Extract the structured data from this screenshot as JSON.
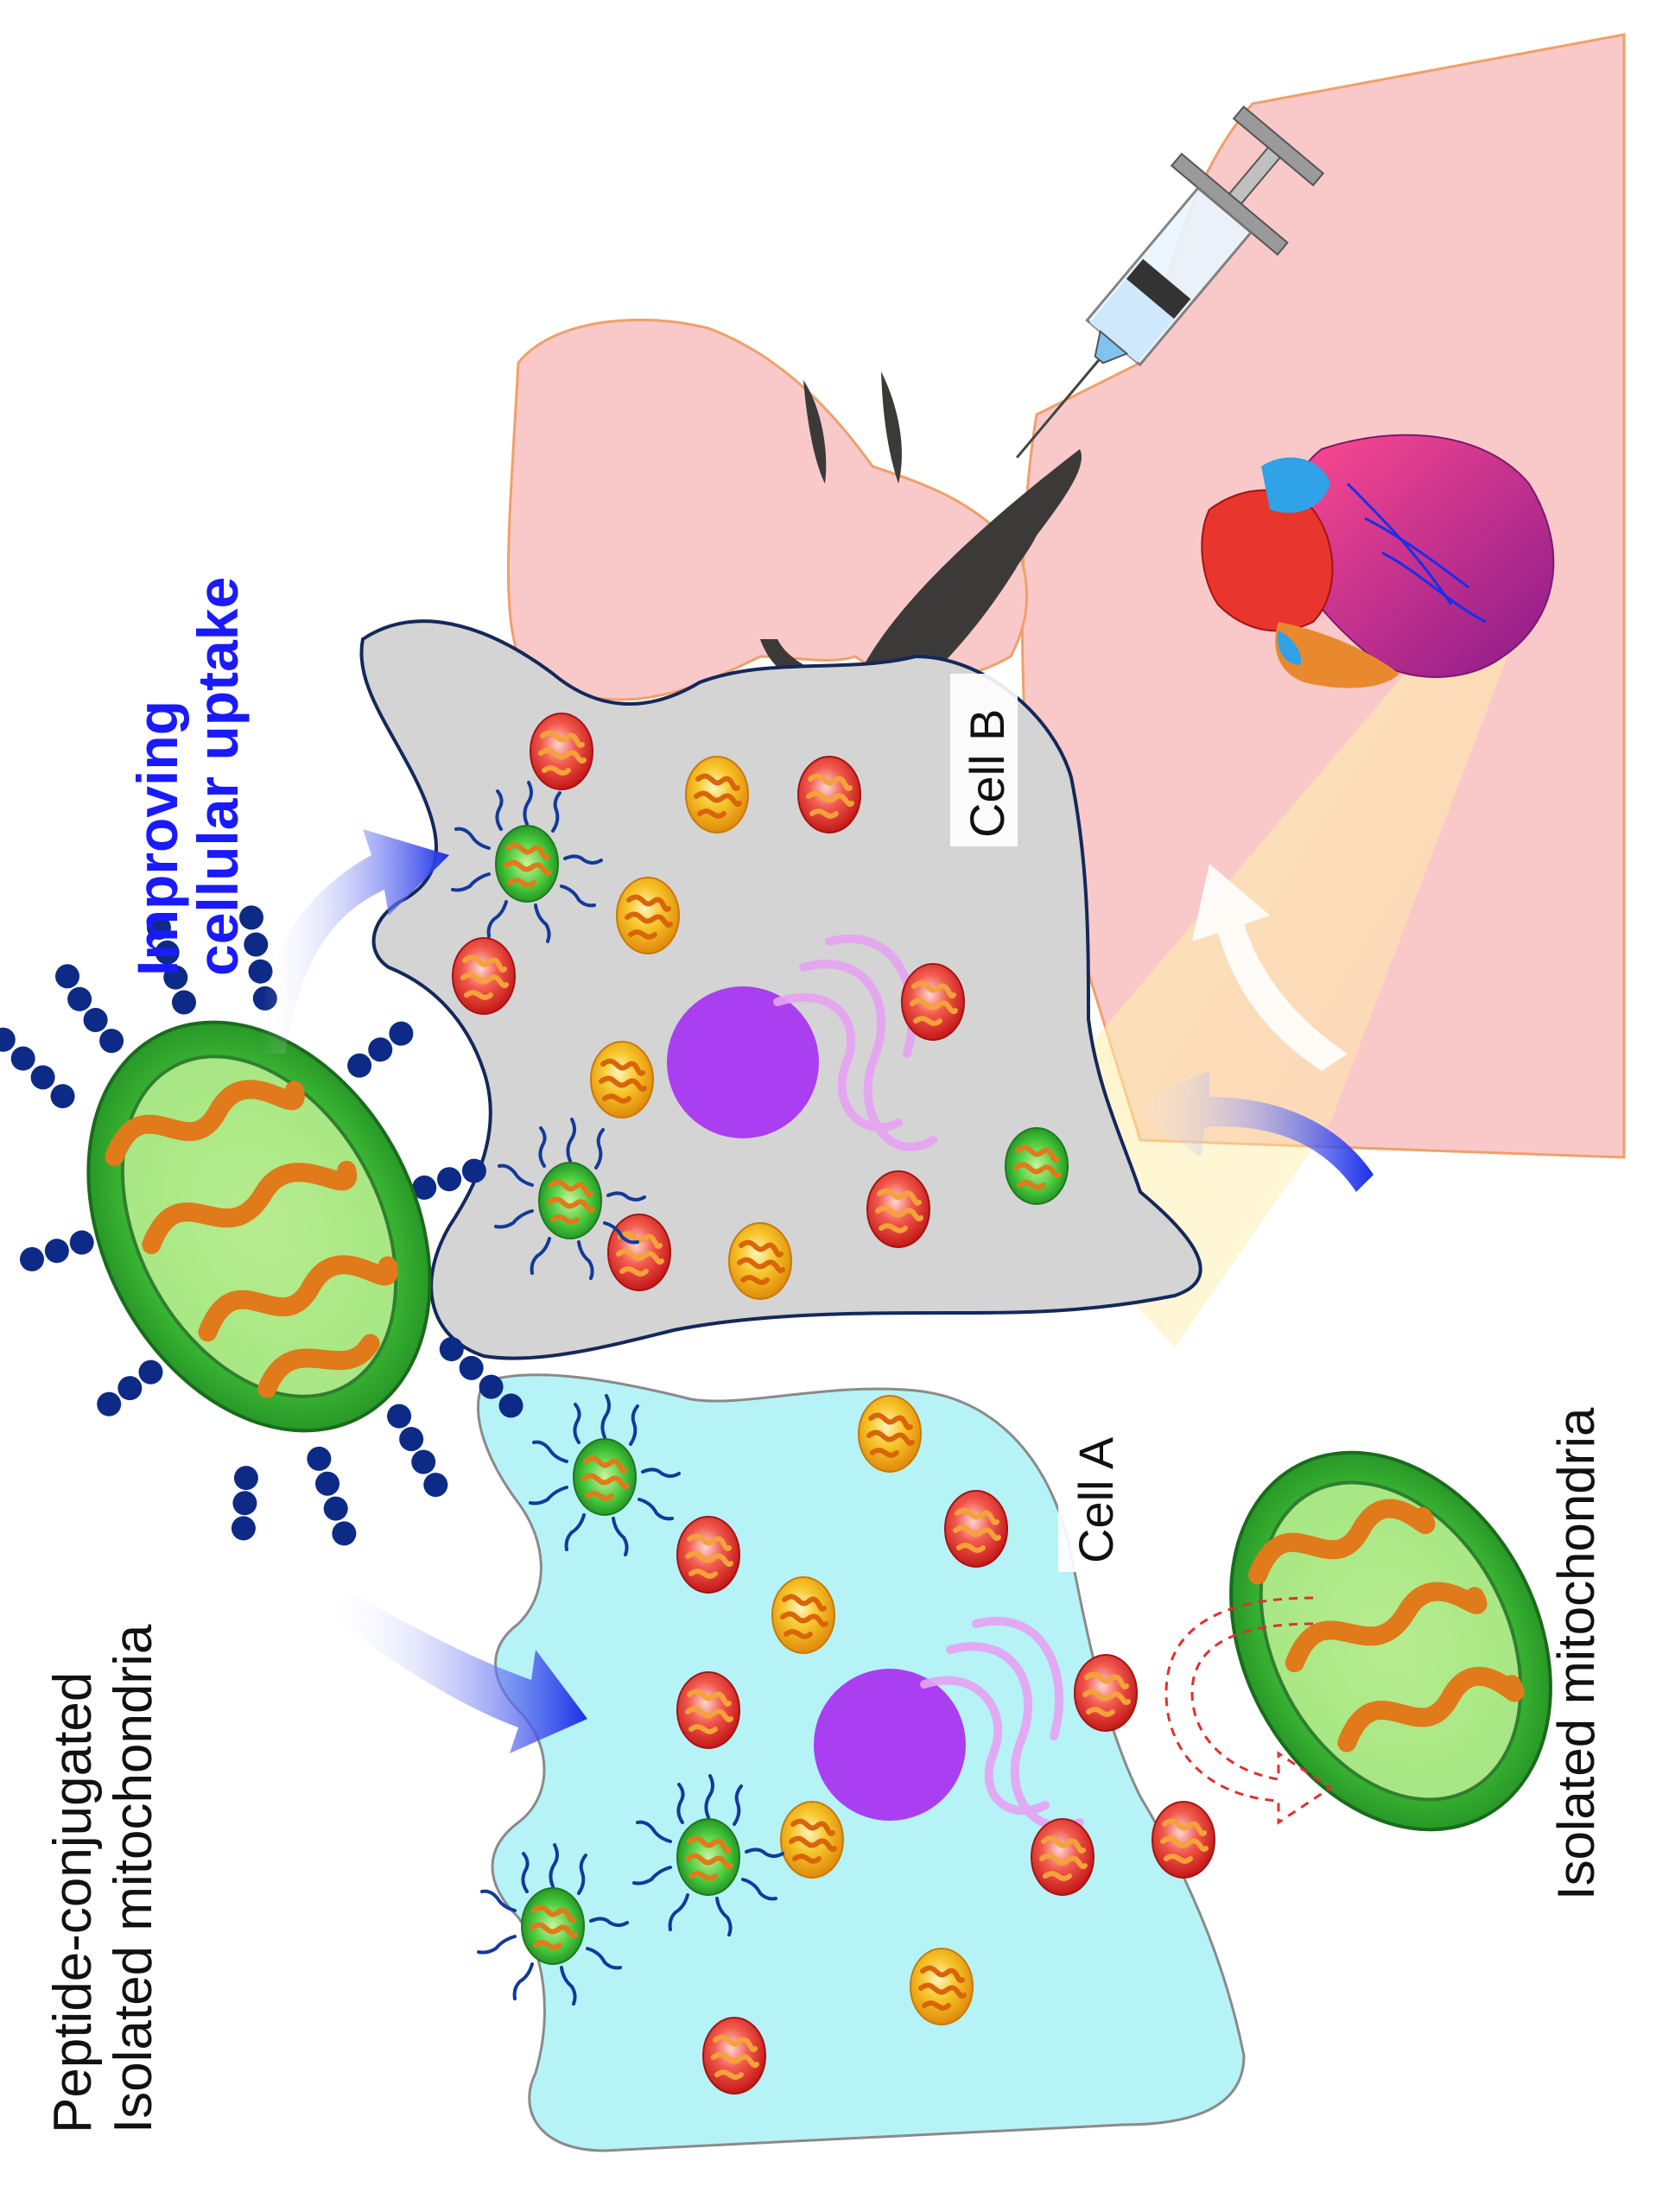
{
  "labels": {
    "peptide_line1": "Peptide-conjugated",
    "peptide_line2": "Isolated mitochondria",
    "improving_line1": "Improving",
    "improving_line2": "cellular uptake",
    "cell_a": "Cell A",
    "cell_b": "Cell B",
    "isolated": "Isolated mitochondria"
  },
  "colors": {
    "label_text": "#111111",
    "highlight_text": "#1a1aff",
    "arrow_blue": "#1a2ee8",
    "cell_a_fill": "#b6f3f7",
    "cell_b_fill": "#d4d4d4",
    "patient_skin": "#f9c9c9",
    "nucleus": "#a93ff0",
    "mito_green": "#35b83a",
    "mito_red": "#e8352d",
    "mito_yellow": "#f3b515",
    "peptide_beads": "#0d2a86",
    "dashed_arrow": "#e03030"
  },
  "icons": [
    "syringe-icon",
    "heart-icon",
    "patient-head-icon",
    "mitochondrion-icon",
    "peptide-conjugated-mitochondrion-icon",
    "nucleus-icon",
    "golgi-icon",
    "curved-arrow-icon",
    "dashed-arrow-icon"
  ]
}
